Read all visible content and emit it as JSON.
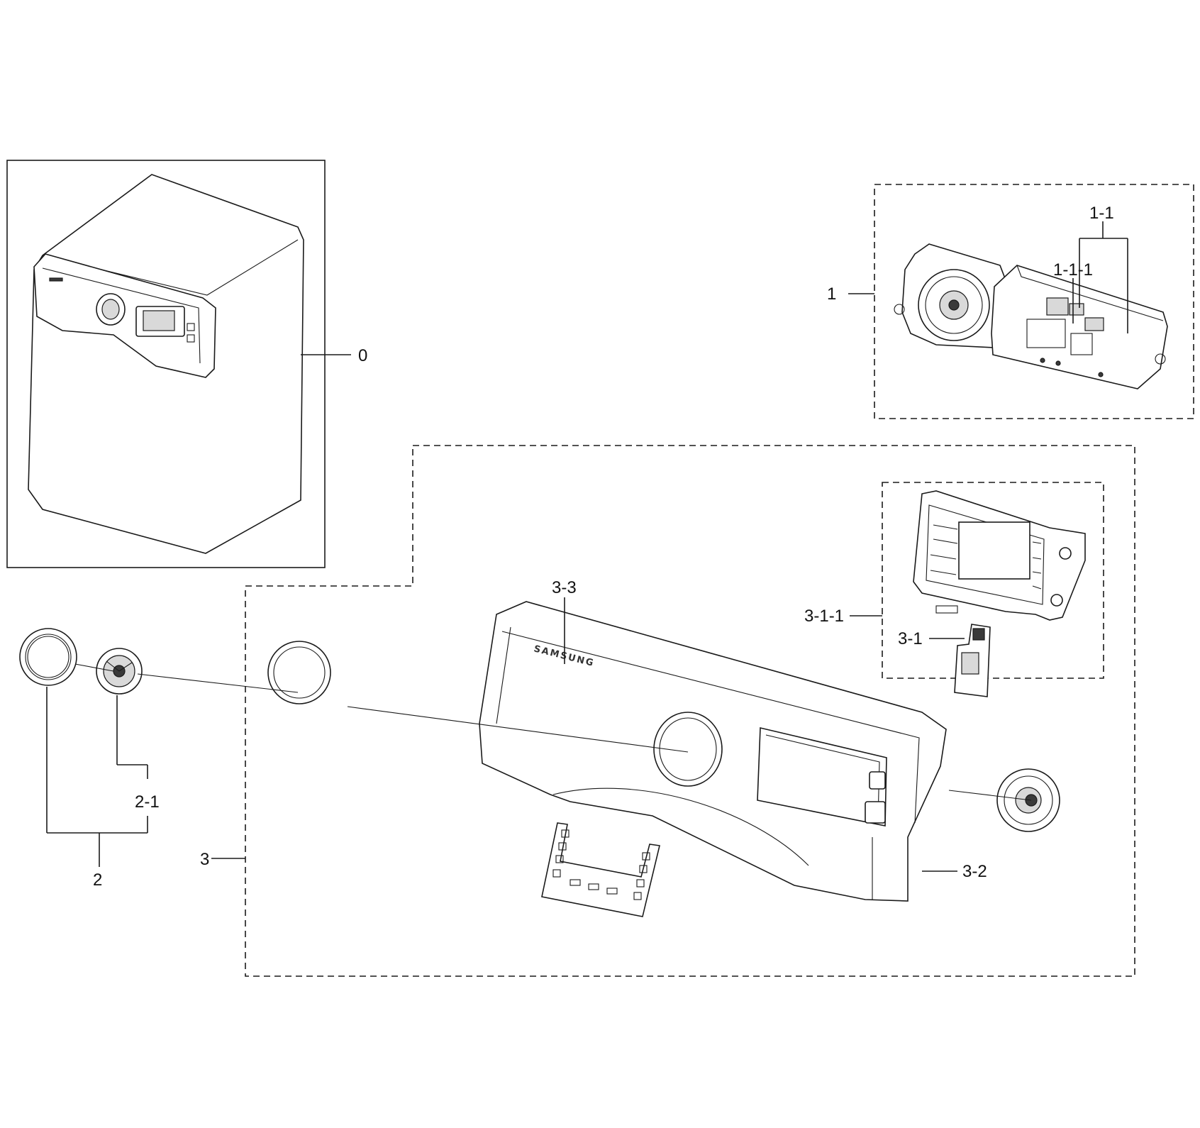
{
  "diagram": {
    "callouts": {
      "c0": "0",
      "c1": "1",
      "c1_1": "1-1",
      "c1_1_1": "1-1-1",
      "c2": "2",
      "c2_1": "2-1",
      "c3": "3",
      "c3_1": "3-1",
      "c3_1_1": "3-1-1",
      "c3_2": "3-2",
      "c3_3": "3-3"
    },
    "brand_mark": "SAMSUNG"
  }
}
